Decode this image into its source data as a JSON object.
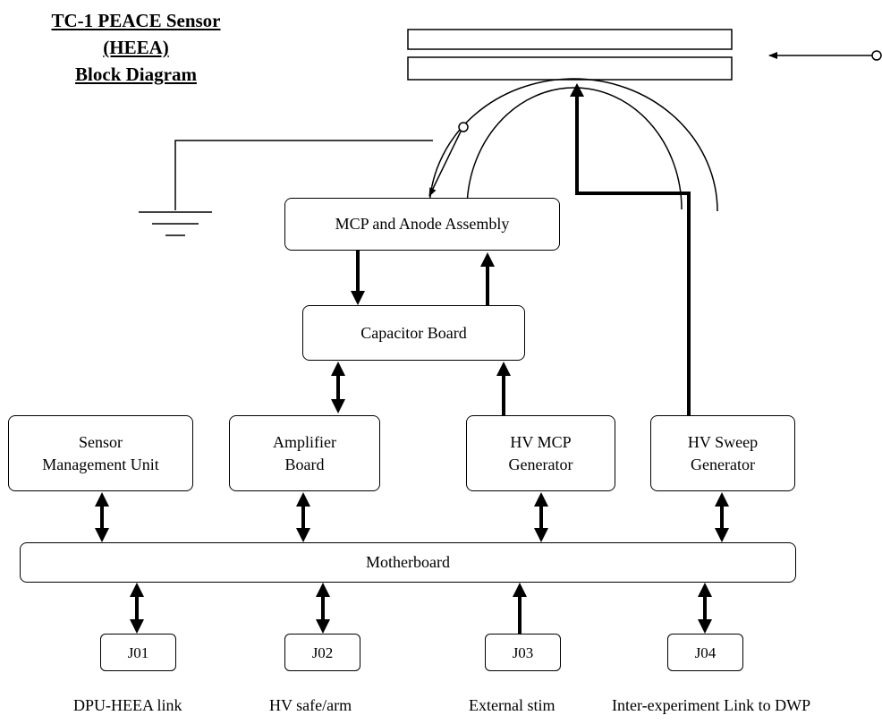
{
  "title": {
    "line1": "TC-1 PEACE Sensor",
    "line2": "(HEEA)",
    "line3": "Block Diagram"
  },
  "boxes": {
    "mcp_anode": "MCP and Anode Assembly",
    "capacitor": "Capacitor Board",
    "sensor_mgmt": {
      "line1": "Sensor",
      "line2": "Management Unit"
    },
    "amplifier": {
      "line1": "Amplifier",
      "line2": "Board"
    },
    "hv_mcp": {
      "line1": "HV MCP",
      "line2": "Generator"
    },
    "hv_sweep": {
      "line1": "HV Sweep",
      "line2": "Generator"
    },
    "motherboard": "Motherboard"
  },
  "connectors": {
    "j01": "J01",
    "j02": "J02",
    "j03": "J03",
    "j04": "J04"
  },
  "captions": {
    "j01": "DPU-HEEA link",
    "j02": "HV safe/arm",
    "j03": "External stim",
    "j04": "Inter-experiment Link to DWP"
  }
}
